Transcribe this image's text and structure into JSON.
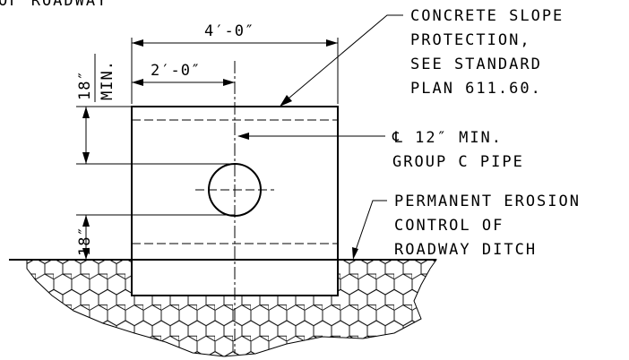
{
  "header_fragment": "OF ROADWAY",
  "dimensions": {
    "overall_width": "4′-0″",
    "half_width": "2′-0″",
    "top_clearance_value": "18″",
    "top_clearance_note": "MIN.",
    "bottom_clearance_value": "18″"
  },
  "callouts": {
    "slope_protection": [
      "CONCRETE SLOPE",
      "PROTECTION,",
      "SEE STANDARD",
      "PLAN 611.60."
    ],
    "pipe": [
      "℄ 12″ MIN.",
      "GROUP C PIPE"
    ],
    "erosion_control": [
      "PERMANENT EROSION",
      "CONTROL OF",
      "ROADWAY DITCH"
    ]
  }
}
